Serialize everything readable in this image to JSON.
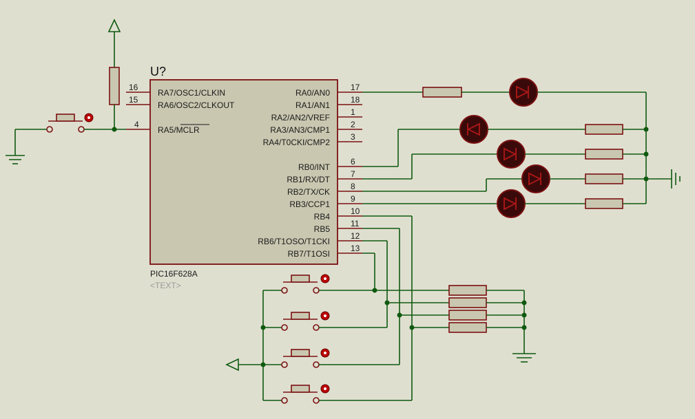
{
  "component": {
    "designator": "U?",
    "part_name": "PIC16F628A",
    "text_placeholder": "<TEXT>"
  },
  "pins_left": [
    {
      "num": "16",
      "label": "RA7/OSC1/CLKIN"
    },
    {
      "num": "15",
      "label": "RA6/OSC2/CLKOUT"
    },
    {
      "num": "4",
      "label": "RA5/MCLR"
    }
  ],
  "pins_right": [
    {
      "num": "17",
      "label": "RA0/AN0"
    },
    {
      "num": "18",
      "label": "RA1/AN1"
    },
    {
      "num": "1",
      "label": "RA2/AN2/VREF"
    },
    {
      "num": "2",
      "label": "RA3/AN3/CMP1"
    },
    {
      "num": "3",
      "label": "RA4/T0CKI/CMP2"
    },
    {
      "num": "6",
      "label": "RB0/INT"
    },
    {
      "num": "7",
      "label": "RB1/RX/DT"
    },
    {
      "num": "8",
      "label": "RB2/TX/CK"
    },
    {
      "num": "9",
      "label": "RB3/CCP1"
    },
    {
      "num": "10",
      "label": "RB4"
    },
    {
      "num": "11",
      "label": "RB5"
    },
    {
      "num": "12",
      "label": "RB6/T1OSO/T1CKI"
    },
    {
      "num": "13",
      "label": "RB7/T1OSI"
    }
  ],
  "colors": {
    "background": "#dfdfd0",
    "wire": "#0f5a0f",
    "component_outline": "#7a1010",
    "chip_fill": "#c9c7b0",
    "led_fill": "#3a0a0a"
  },
  "icons": {
    "power_terminal": "power-up-arrow-icon",
    "ground": "ground-icon",
    "led": "led-diode-icon",
    "push_button": "push-button-icon",
    "resistor": "resistor-icon"
  }
}
